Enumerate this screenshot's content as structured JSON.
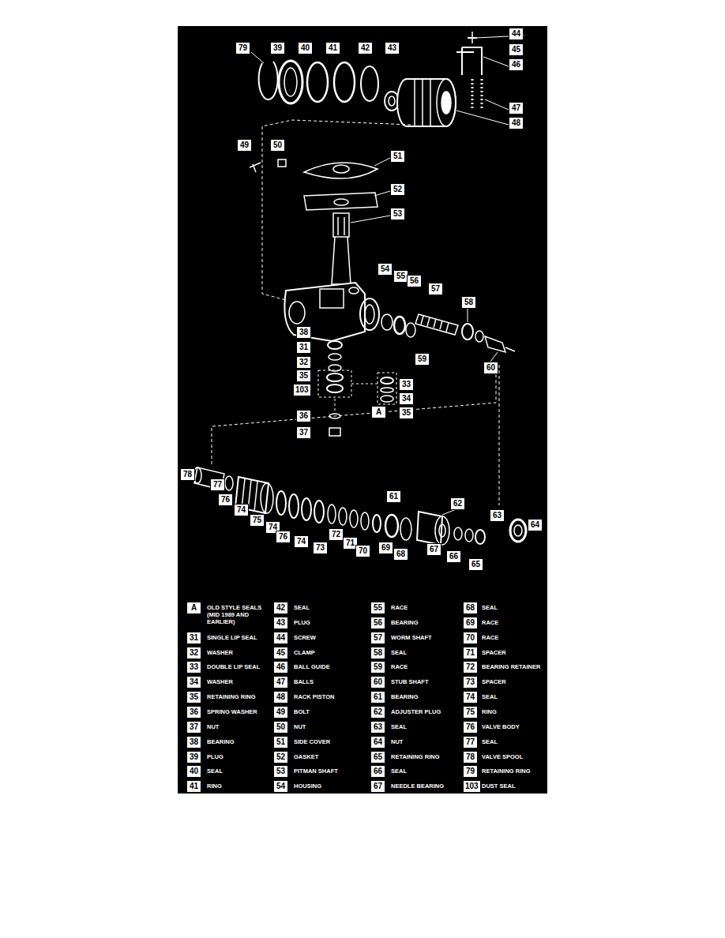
{
  "diagram": {
    "labels": [
      "79",
      "39",
      "40",
      "41",
      "42",
      "43",
      "44",
      "45",
      "46",
      "47",
      "48",
      "49",
      "50",
      "51",
      "52",
      "53",
      "54",
      "55",
      "56",
      "57",
      "58",
      "38",
      "31",
      "32",
      "35",
      "103",
      "59",
      "60",
      "33",
      "34",
      "A",
      "35",
      "36",
      "37",
      "78",
      "77",
      "76",
      "74",
      "75",
      "74",
      "76",
      "74",
      "73",
      "72",
      "71",
      "70",
      "61",
      "69",
      "68",
      "62",
      "63",
      "64",
      "67",
      "66",
      "65",
      "A",
      "OLD STYLE SEALS (MID 1989 AND EARLIER)",
      "42",
      "SEAL",
      "55",
      "RACE",
      "68",
      "SEAL",
      "43",
      "PLUG",
      "56",
      "BEARING",
      "69",
      "RACE",
      "31",
      "SINGLE LIP SEAL",
      "44",
      "SCREW",
      "57",
      "WORM SHAFT",
      "70",
      "RACE",
      "32",
      "WASHER",
      "45",
      "CLAMP",
      "58",
      "SEAL",
      "71",
      "SPACER",
      "33",
      "DOUBLE LIP SEAL",
      "46",
      "BALL GUIDE",
      "59",
      "RACE",
      "72",
      "BEARING RETAINER",
      "34",
      "WASHER",
      "47",
      "BALLS",
      "60",
      "STUB SHAFT",
      "73",
      "SPACER",
      "35",
      "RETAINING RING",
      "48",
      "RACK PISTON",
      "61",
      "BEARING",
      "74",
      "SEAL",
      "36",
      "SPRING WASHER",
      "49",
      "BOLT",
      "62",
      "ADJUSTER PLUG",
      "75",
      "RING",
      "37",
      "NUT",
      "50",
      "NUT",
      "63",
      "SEAL",
      "76",
      "VALVE BODY",
      "38",
      "BEARING",
      "51",
      "SIDE COVER",
      "64",
      "NUT",
      "77",
      "SEAL",
      "39",
      "PLUG",
      "52",
      "GASKET",
      "65",
      "RETAINING RING",
      "78",
      "VALVE SPOOL",
      "40",
      "SEAL",
      "53",
      "PITMAN SHAFT",
      "66",
      "SEAL",
      "79",
      "RETAINING RING",
      "41",
      "RING",
      "54",
      "HOUSING",
      "67",
      "NEEDLE BEARING",
      "103",
      "DUST SEAL"
    ]
  }
}
